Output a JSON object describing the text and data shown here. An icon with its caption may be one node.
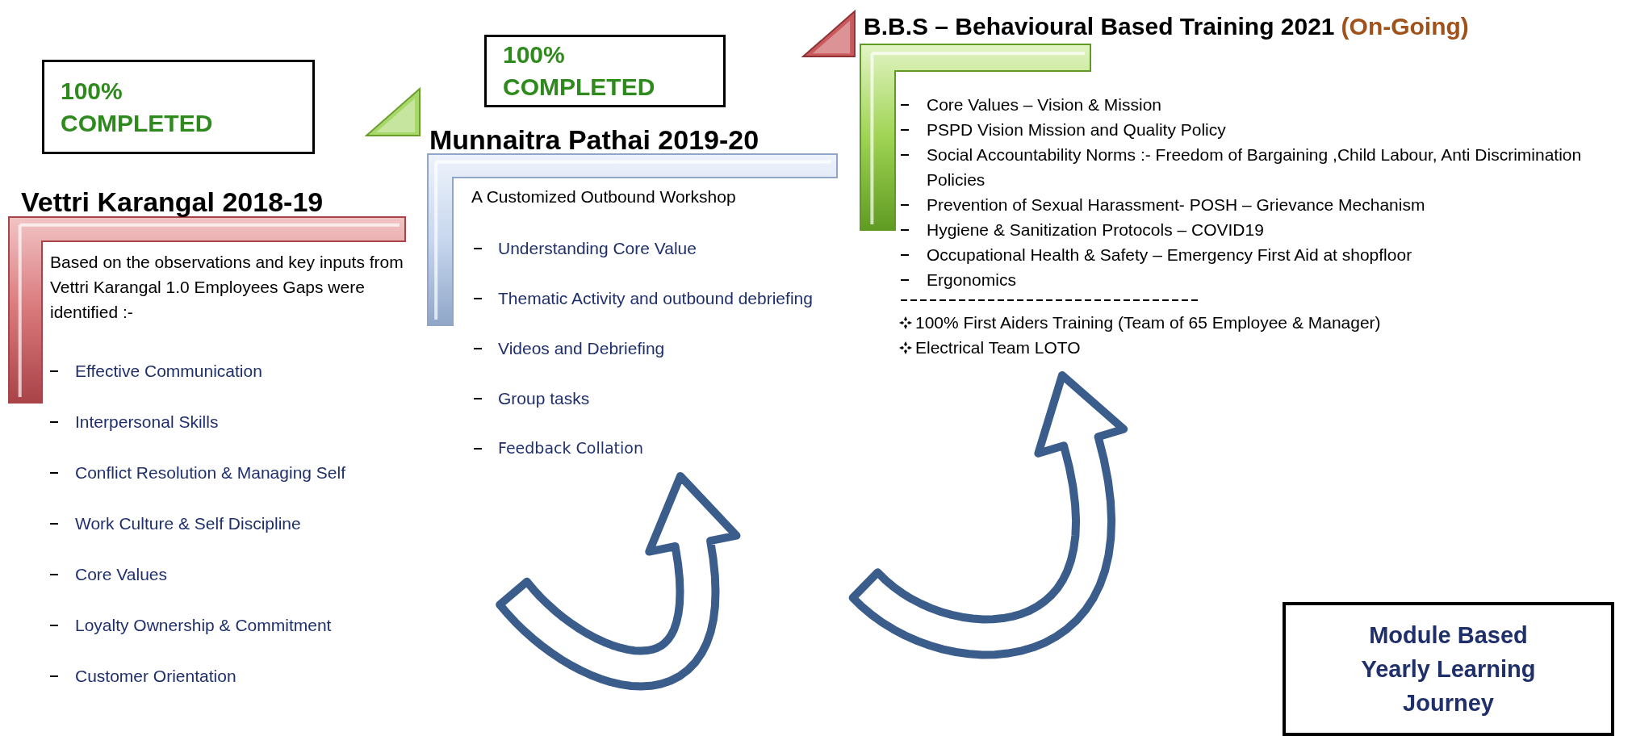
{
  "diagram": {
    "nodes": [
      {
        "text": [
          "100% COMPLETED"
        ]
      },
      {
        "text": [
          "100% COMPLETED"
        ]
      },
      {
        "text": [
          "Vettri Karangal 2018-19",
          "Based on the observations and key  inputs from Vettri Karangal 1.0 Employees Gaps were identified :-",
          "Effective Communication",
          "Interpersonal Skills",
          "Conflict Resolution & Managing Self",
          "Work Culture & Self Discipline",
          "Core Values",
          "Loyalty Ownership & Commitment",
          "Customer Orientation"
        ]
      },
      {
        "text": [
          "Munnaitra Pathai 2019-20",
          "A Customized Outbound Workshop",
          "Understanding Core Value",
          "Thematic Activity and outbound debriefing",
          "Videos and Debriefing",
          "Group tasks",
          "Feedback Collation"
        ]
      },
      {
        "text": [
          "B.B.S – Behavioural Based  Training 2021",
          "(On-Going)",
          "Core Values – Vision & Mission",
          "PSPD Vision Mission and Quality Policy",
          "Social Accountability Norms :- Freedom of Bargaining ,Child Labour, Anti Discrimination Policies",
          "Prevention of Sexual Harassment- POSH – Grievance Mechanism",
          "Hygiene & Sanitization Protocols – COVID19",
          "Occupational Health & Safety – Emergency First Aid at shopfloor",
          "Ergonomics",
          "100% First Aiders Training (Team of 65 Employee & Manager)",
          "Electrical Team  LOTO"
        ]
      },
      {
        "text": [
          "Module Based Yearly Learning Journey"
        ]
      }
    ],
    "edges": [
      {
        "from": null,
        "to": 3,
        "arrow": "to"
      },
      {
        "from": null,
        "to": 4,
        "arrow": "to"
      }
    ]
  }
}
